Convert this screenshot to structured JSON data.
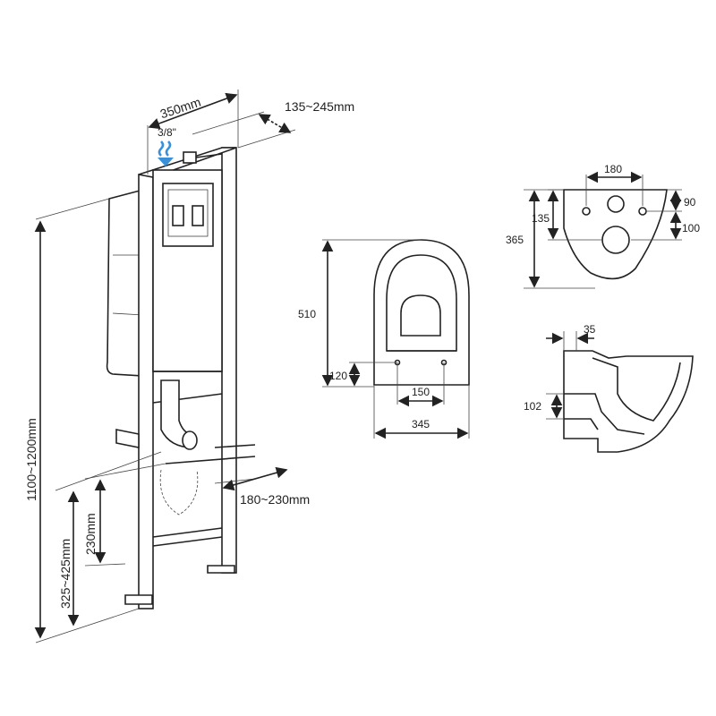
{
  "frame": {
    "width_label": "350mm",
    "depth_label": "135~245mm",
    "inlet_label": "3/8\"",
    "height_label": "1100~1200mm",
    "outlet_height_label": "325~425mm",
    "bolt_height_label": "230mm",
    "bolt_spacing_label": "180~230mm"
  },
  "bowl_top": {
    "width_180": "180",
    "d_90": "90",
    "d_135": "135",
    "d_100": "100",
    "d_365": "365"
  },
  "seat_front": {
    "height_510": "510",
    "d_120": "120",
    "d_150": "150",
    "width_345": "345"
  },
  "bowl_side": {
    "d_35": "35",
    "d_102": "102"
  },
  "colors": {
    "line": "#222222",
    "water_arrow": "#3a8fd8"
  }
}
